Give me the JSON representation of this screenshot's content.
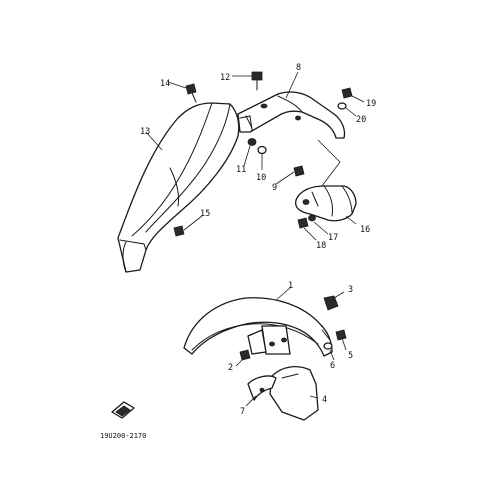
{
  "diagram": {
    "figure_code": "19U200-2170",
    "callouts": [
      "1",
      "2",
      "3",
      "4",
      "5",
      "6",
      "7",
      "8",
      "9",
      "10",
      "11",
      "12",
      "13",
      "14",
      "15",
      "16",
      "17",
      "18",
      "19",
      "20"
    ]
  }
}
